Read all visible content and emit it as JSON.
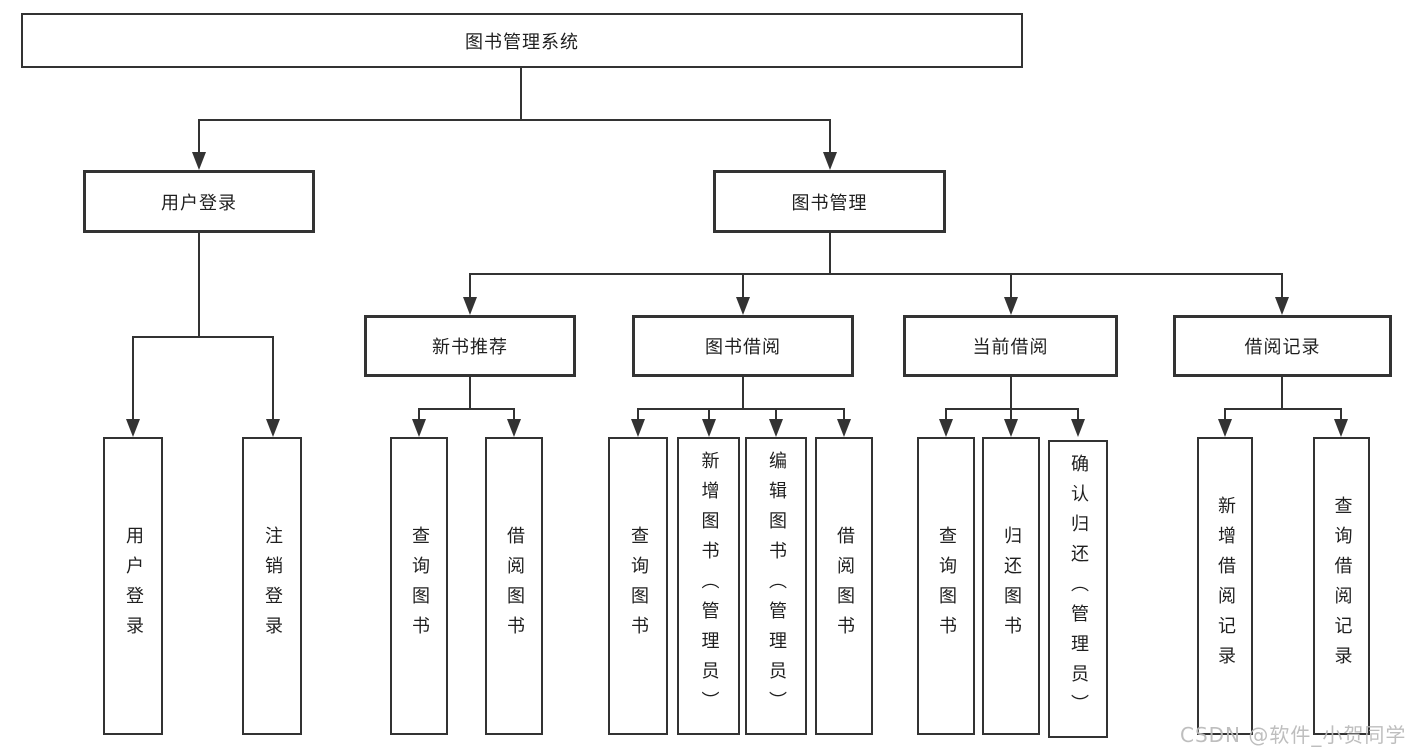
{
  "tree": {
    "root": {
      "label": "图书管理系统"
    },
    "branches": [
      {
        "label": "用户登录",
        "leaves": [
          {
            "label": "用户登录"
          },
          {
            "label": "注销登录"
          }
        ]
      },
      {
        "label": "图书管理",
        "groups": [
          {
            "label": "新书推荐",
            "leaves": [
              {
                "label": "查询图书"
              },
              {
                "label": "借阅图书"
              }
            ]
          },
          {
            "label": "图书借阅",
            "leaves": [
              {
                "label": "查询图书"
              },
              {
                "label": "新增图书（管理员）"
              },
              {
                "label": "编辑图书（管理员）"
              },
              {
                "label": "借阅图书"
              }
            ]
          },
          {
            "label": "当前借阅",
            "leaves": [
              {
                "label": "查询图书"
              },
              {
                "label": "归还图书"
              },
              {
                "label": "确认归还（管理员）"
              }
            ]
          },
          {
            "label": "借阅记录",
            "leaves": [
              {
                "label": "新增借阅记录"
              },
              {
                "label": "查询借阅记录"
              }
            ]
          }
        ]
      }
    ]
  },
  "watermark": {
    "text": "CSDN @软件_小贺同学"
  },
  "colors": {
    "line": "#333333",
    "box_border": "#333333",
    "text": "#1f1f1f",
    "watermark": "#bababa",
    "background": "#ffffff"
  }
}
